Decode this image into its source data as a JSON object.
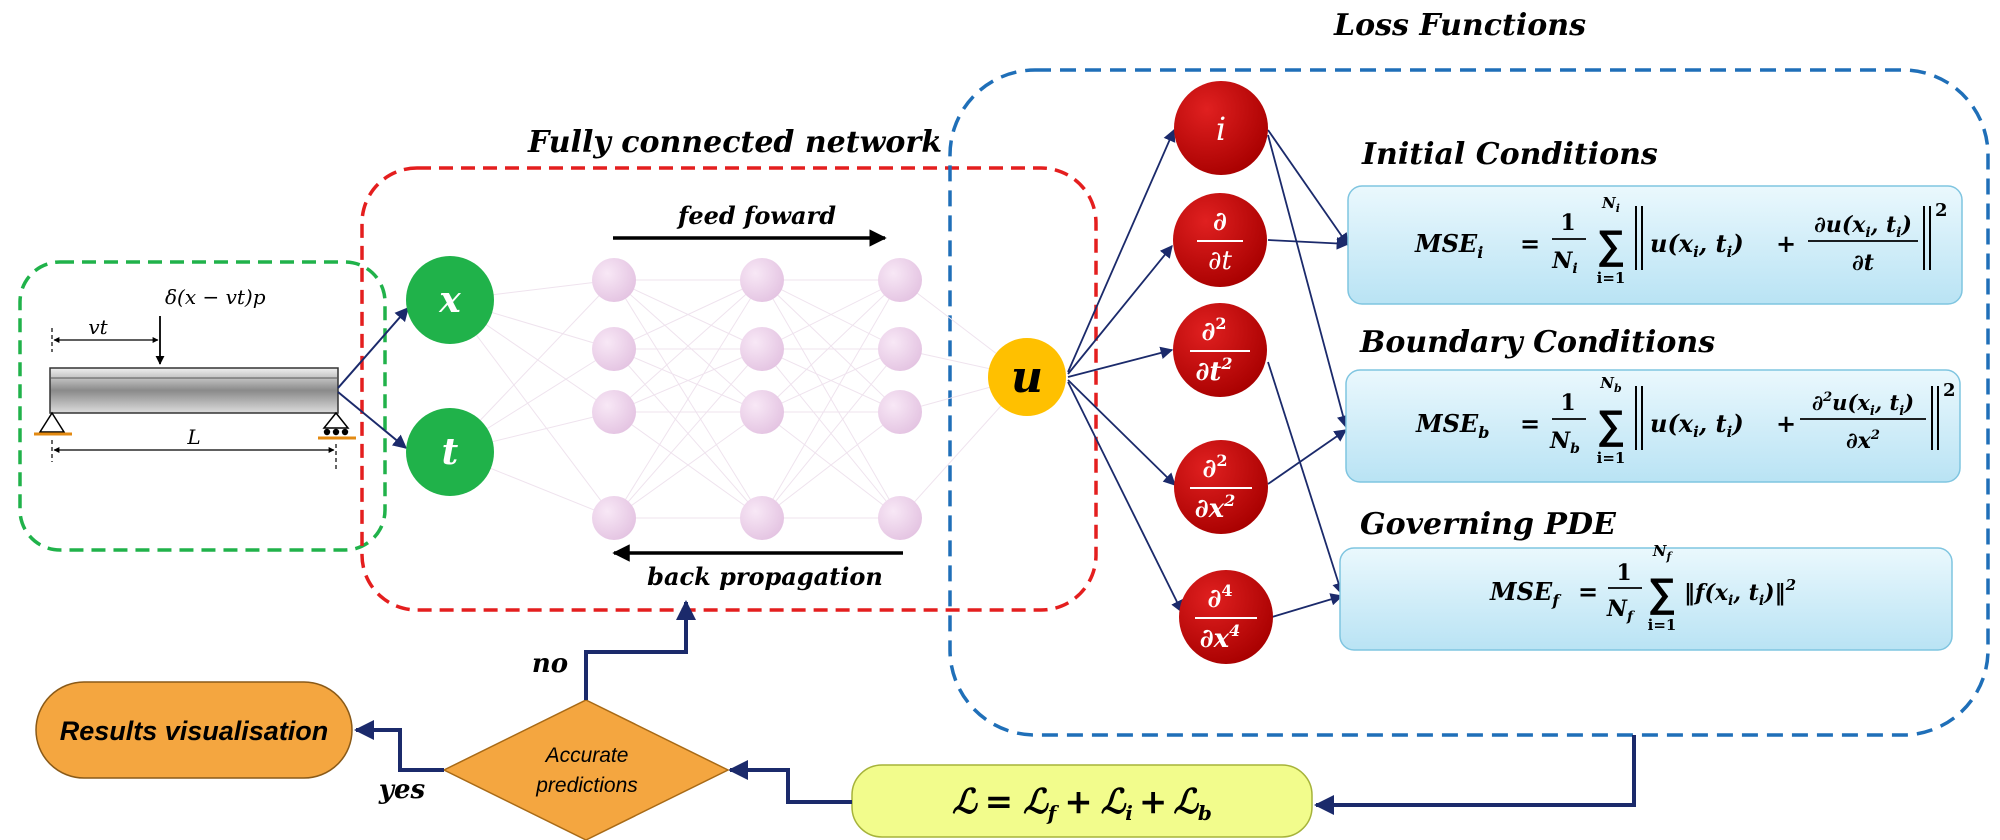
{
  "titles": {
    "loss_functions": "Loss Functions",
    "network": "Fully connected network",
    "feed_forward": "feed foward",
    "back_propagation": "back propagation"
  },
  "beam": {
    "load": "δ(x − vt)p",
    "vt": "vt",
    "length": "L"
  },
  "inputs": {
    "x": "x",
    "t": "t"
  },
  "output": {
    "u": "u"
  },
  "operators": {
    "identity": "i",
    "d_dt": {
      "num": "∂",
      "den": "∂t"
    },
    "d2_dt2": {
      "num": "∂",
      "num_exp": "2",
      "den": "∂t",
      "den_exp": "2"
    },
    "d2_dx2": {
      "num": "∂",
      "num_exp": "2",
      "den": "∂x",
      "den_exp": "2"
    },
    "d4_dx4": {
      "num": "∂",
      "num_exp": "4",
      "den": "∂x",
      "den_exp": "4"
    }
  },
  "conditions": {
    "initial": {
      "title": "Initial Conditions",
      "lhs": "MSE",
      "lhs_sub": "i",
      "eq": "=",
      "coef_num": "1",
      "coef_den": "N",
      "coef_den_sub": "i",
      "sum_top": "N",
      "sum_top_sub": "i",
      "sum_bottom": "i=1",
      "term1": "u(x",
      "term1b": ", t",
      "term1c": ")",
      "plus": "+",
      "frac_num": "∂u(x",
      "frac_num_b": ", t",
      "frac_num_c": ")",
      "frac_den": "∂t",
      "power": "2"
    },
    "boundary": {
      "title": "Boundary Conditions",
      "lhs": "MSE",
      "lhs_sub": "b",
      "eq": "=",
      "coef_num": "1",
      "coef_den": "N",
      "coef_den_sub": "b",
      "sum_top": "N",
      "sum_top_sub": "b",
      "sum_bottom": "i=1",
      "term1": "u(x",
      "term1b": ", t",
      "term1c": ")",
      "plus": "+",
      "frac_num": "∂",
      "frac_num_exp": "2",
      "frac_num_rest": "u(x",
      "frac_num_b": ", t",
      "frac_num_c": ")",
      "frac_den": "∂x",
      "frac_den_exp": "2",
      "power": "2"
    },
    "pde": {
      "title": "Governing PDE",
      "lhs": "MSE",
      "lhs_sub": "f",
      "eq": "=",
      "coef_num": "1",
      "coef_den": "N",
      "coef_den_sub": "f",
      "sum_top": "N",
      "sum_top_sub": "f",
      "sum_bottom": "i=1",
      "term": "‖f(x",
      "termb": ", t",
      "termc": ")‖",
      "power": "2"
    }
  },
  "total_loss": {
    "lhs": "ℒ",
    "eq": "=",
    "t1": "ℒ",
    "t1_sub": "f",
    "plus1": "+",
    "t2": "ℒ",
    "t2_sub": "i",
    "plus2": "+",
    "t3": "ℒ",
    "t3_sub": "b"
  },
  "decision": {
    "line1": "Accurate",
    "line2": "predictions",
    "no": "no",
    "yes": "yes"
  },
  "results": {
    "label": "Results visualisation"
  },
  "colors": {
    "green": "#20b24a",
    "red": "#c00000",
    "blue": "#1f6fb8",
    "orange": "#f4a640",
    "yellow_fill": "#f2fc8c",
    "gold": "#ffc000",
    "box_fill": "#d3eef8",
    "arrow": "#1b2a6b"
  }
}
